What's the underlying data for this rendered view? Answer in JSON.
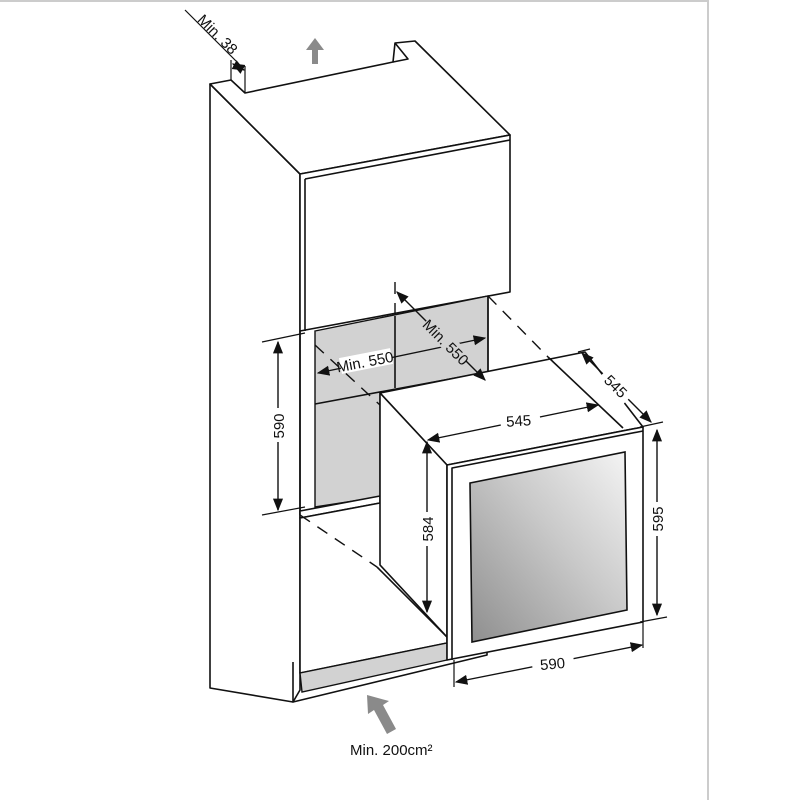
{
  "title": "Built-in installation dimensions diagram",
  "dimensions": {
    "top_gap": "Min. 38",
    "niche_height": "590",
    "niche_width": "Min. 550",
    "niche_depth": "Min. 550",
    "appliance_width": "545",
    "appliance_depth": "545",
    "appliance_body_height": "584",
    "appliance_height": "595",
    "door_width": "590"
  },
  "ventilation": {
    "label": "Min. 200cm²"
  },
  "colors": {
    "line": "#111111",
    "niche_fill": "#d2d2d2",
    "arrow": "#8a8a8a"
  }
}
